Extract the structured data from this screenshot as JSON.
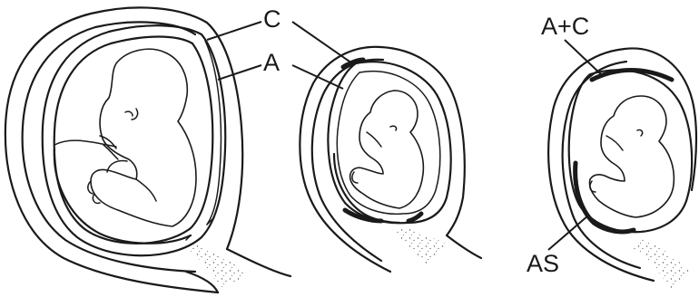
{
  "labels": {
    "panel1": {
      "chorion": "C",
      "amnion": "A"
    },
    "panel3": {
      "fused": "A+C",
      "amniotic_sheet": "AS"
    }
  }
}
